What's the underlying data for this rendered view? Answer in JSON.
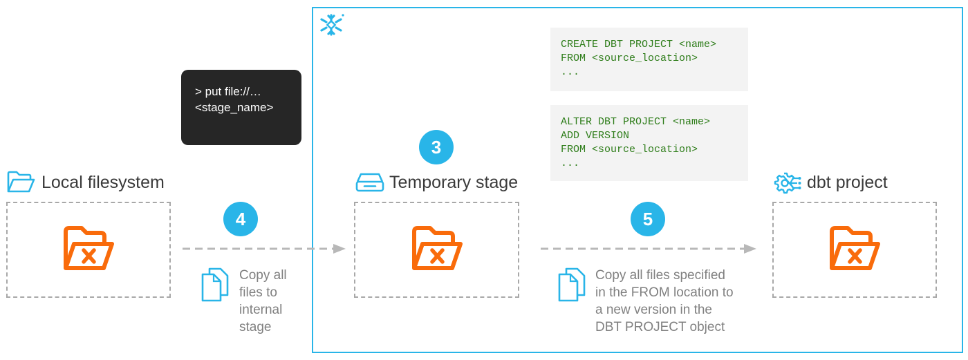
{
  "colors": {
    "accent_blue": "#29b5e8",
    "folder_orange": "#f96b0b",
    "code_green": "#2e7d1a",
    "terminal_bg": "#262626",
    "code_bg": "#f3f3f3",
    "dashed_gray": "#a8a8a8"
  },
  "icons": {
    "snowflake": "snowflake-icon",
    "local": "folder-outline-icon",
    "stage": "storage-drive-icon",
    "dbt": "gear-network-icon",
    "dbt_folder": "dbt-folder-icon",
    "copy": "copy-files-icon",
    "arrow": "dashed-arrow-right"
  },
  "terminal": {
    "lines": [
      "> put file://…",
      "<stage_name>"
    ]
  },
  "code_blocks": [
    {
      "lines": [
        "CREATE DBT PROJECT <name>",
        "FROM <source_location>",
        "..."
      ]
    },
    {
      "lines": [
        "ALTER DBT PROJECT <name>",
        "ADD VERSION",
        "FROM <source_location>",
        "..."
      ]
    }
  ],
  "nodes": {
    "local": {
      "label": "Local filesystem"
    },
    "stage": {
      "label": "Temporary stage"
    },
    "dbt": {
      "label": "dbt project"
    }
  },
  "steps": {
    "s3": {
      "number": "3"
    },
    "s4": {
      "number": "4",
      "caption_lines": [
        "Copy all",
        "files to",
        "internal",
        "stage"
      ]
    },
    "s5": {
      "number": "5",
      "caption_lines": [
        "Copy all files specified",
        "in the FROM location to",
        "a new version in the",
        "DBT PROJECT object"
      ]
    }
  }
}
